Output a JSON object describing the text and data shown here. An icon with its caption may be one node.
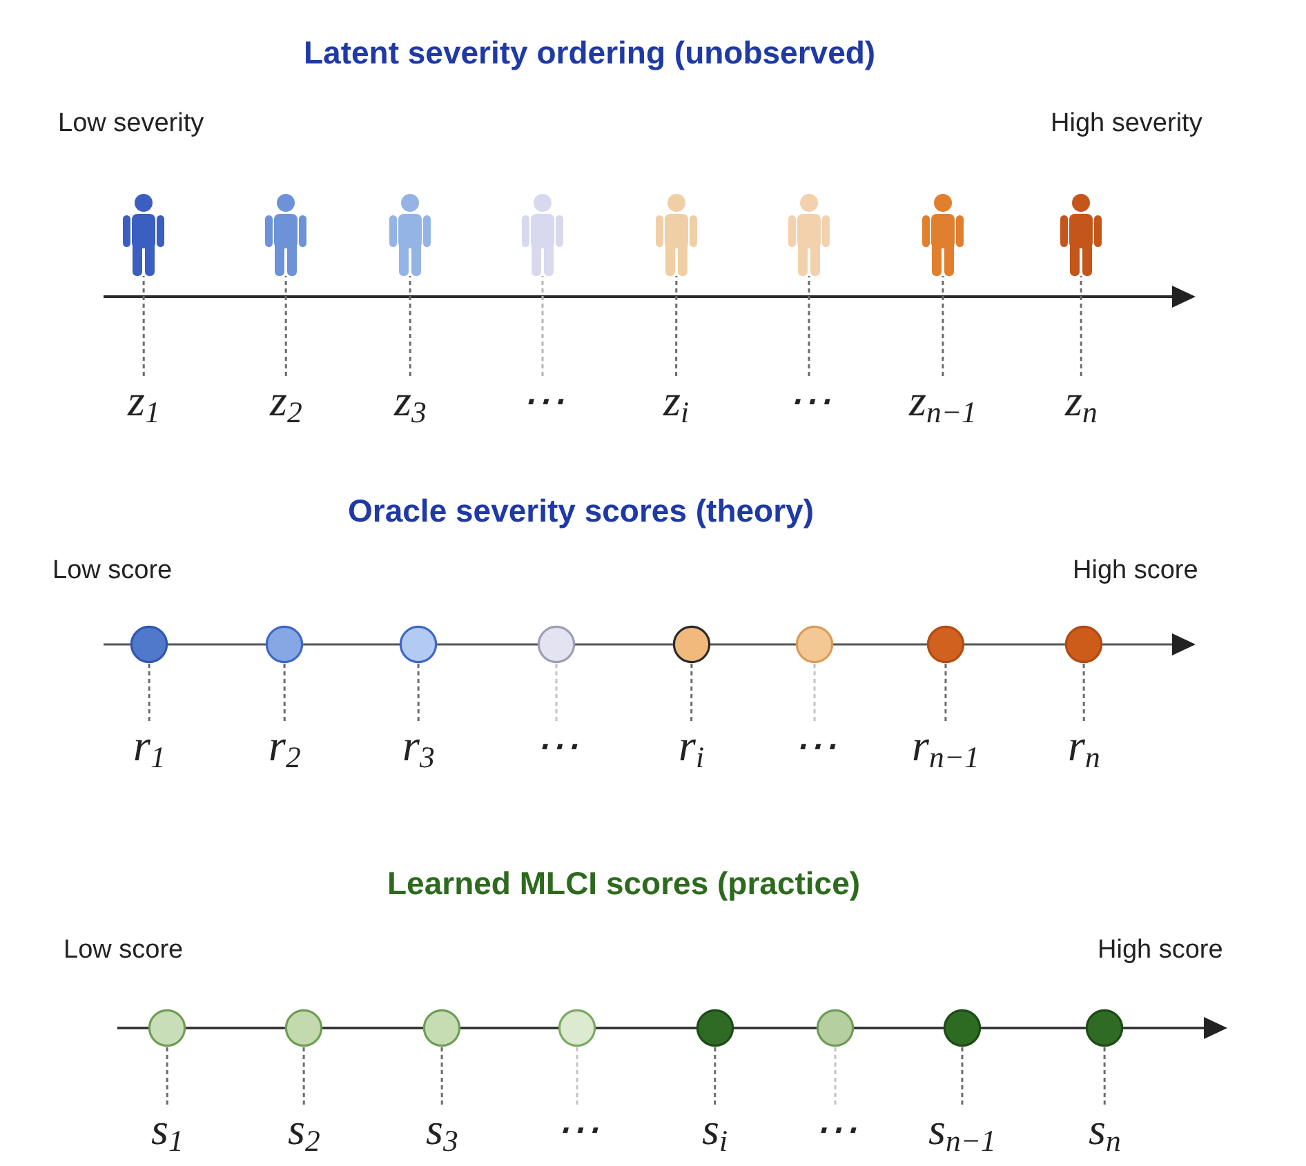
{
  "diagram": {
    "nodes": [
      {
        "text": [],
        "shape": "person"
      },
      {
        "text": [],
        "shape": "person"
      },
      {
        "text": [],
        "shape": "person"
      },
      {
        "text": [],
        "shape": "person"
      },
      {
        "text": [],
        "shape": "person"
      },
      {
        "text": [],
        "shape": "person"
      },
      {
        "text": [],
        "shape": "person"
      },
      {
        "text": [],
        "shape": "person"
      },
      {
        "text": [
          "z$_{1}$"
        ]
      },
      {
        "text": [
          "z$_{2}$"
        ]
      },
      {
        "text": [
          "z$_{3}$"
        ]
      },
      {
        "text": [
          "⋯"
        ]
      },
      {
        "text": [
          "z$_{i}$"
        ]
      },
      {
        "text": [
          "⋯"
        ]
      },
      {
        "text": [
          "z$_{n−1}$"
        ]
      },
      {
        "text": [
          "z$_{n}$"
        ]
      },
      {
        "text": [],
        "shape": "circle"
      },
      {
        "text": [],
        "shape": "circle"
      },
      {
        "text": [],
        "shape": "circle"
      },
      {
        "text": [],
        "shape": "circle"
      },
      {
        "text": [],
        "shape": "circle"
      },
      {
        "text": [],
        "shape": "circle"
      },
      {
        "text": [],
        "shape": "circle"
      },
      {
        "text": [],
        "shape": "circle"
      },
      {
        "text": [
          "r$_{1}$"
        ]
      },
      {
        "text": [
          "r$_{2}$"
        ]
      },
      {
        "text": [
          "r$_{3}$"
        ]
      },
      {
        "text": [
          "⋯"
        ]
      },
      {
        "text": [
          "r$_{i}$"
        ]
      },
      {
        "text": [
          "⋯"
        ]
      },
      {
        "text": [
          "r$_{n−1}$"
        ]
      },
      {
        "text": [
          "r$_{n}$"
        ]
      },
      {
        "text": [],
        "shape": "circle"
      },
      {
        "text": [],
        "shape": "circle"
      },
      {
        "text": [],
        "shape": "circle"
      },
      {
        "text": [],
        "shape": "circle"
      },
      {
        "text": [],
        "shape": "circle"
      },
      {
        "text": [],
        "shape": "circle"
      },
      {
        "text": [],
        "shape": "circle"
      },
      {
        "text": [],
        "shape": "circle"
      },
      {
        "text": [
          "s$_{1}$"
        ]
      },
      {
        "text": [
          "s$_{2}$"
        ]
      },
      {
        "text": [
          "s$_{3}$"
        ]
      },
      {
        "text": [
          "⋯"
        ]
      },
      {
        "text": [
          "s$_{i}$"
        ]
      },
      {
        "text": [
          "⋯"
        ]
      },
      {
        "text": [
          "s$_{n−1}$"
        ]
      },
      {
        "text": [
          "s$_{n}$"
        ]
      }
    ],
    "edges": [
      {
        "from": 8,
        "to": 0,
        "arrow": "none",
        "style": "dashed"
      },
      {
        "from": 9,
        "to": 1,
        "arrow": "none",
        "style": "dashed"
      },
      {
        "from": 10,
        "to": 2,
        "arrow": "none",
        "style": "dashed"
      },
      {
        "from": 11,
        "to": 3,
        "arrow": "none",
        "style": "dashed",
        "color": "#b5b5b5"
      },
      {
        "from": 12,
        "to": 4,
        "arrow": "none",
        "style": "dashed"
      },
      {
        "from": 13,
        "to": 5,
        "arrow": "none",
        "style": "dashed"
      },
      {
        "from": 14,
        "to": 6,
        "arrow": "none",
        "style": "dashed"
      },
      {
        "from": 15,
        "to": 7,
        "arrow": "none",
        "style": "dashed"
      },
      {
        "from": 24,
        "to": 16,
        "arrow": "none",
        "style": "dashed"
      },
      {
        "from": 25,
        "to": 17,
        "arrow": "none",
        "style": "dashed"
      },
      {
        "from": 26,
        "to": 18,
        "arrow": "none",
        "style": "dashed"
      },
      {
        "from": 27,
        "to": 19,
        "arrow": "none",
        "style": "dashed",
        "color": "#c4c4c4"
      },
      {
        "from": 28,
        "to": 20,
        "arrow": "none",
        "style": "dashed"
      },
      {
        "from": 29,
        "to": 21,
        "arrow": "none",
        "style": "dashed",
        "color": "#c4c4c4"
      },
      {
        "from": 30,
        "to": 22,
        "arrow": "none",
        "style": "dashed"
      },
      {
        "from": 31,
        "to": 23,
        "arrow": "none",
        "style": "dashed"
      },
      {
        "from": 40,
        "to": 32,
        "arrow": "none",
        "style": "dashed"
      },
      {
        "from": 41,
        "to": 33,
        "arrow": "none",
        "style": "dashed"
      },
      {
        "from": 42,
        "to": 34,
        "arrow": "none",
        "style": "dashed"
      },
      {
        "from": 43,
        "to": 35,
        "arrow": "none",
        "style": "dashed",
        "color": "#c4c4c4"
      },
      {
        "from": 44,
        "to": 36,
        "arrow": "none",
        "style": "dashed"
      },
      {
        "from": 45,
        "to": 37,
        "arrow": "none",
        "style": "dashed",
        "color": "#c4c4c4"
      },
      {
        "from": 46,
        "to": 38,
        "arrow": "none",
        "style": "dashed"
      },
      {
        "from": 47,
        "to": 39,
        "arrow": "none",
        "style": "dashed"
      }
    ],
    "labels": [
      "Latent severity ordering (unobserved)",
      "Low severity",
      "High severity",
      "Oracle severity scores (theory)",
      "Low score",
      "High score",
      "Learned MLCI scores (practice)",
      "Low score",
      "High score"
    ]
  }
}
